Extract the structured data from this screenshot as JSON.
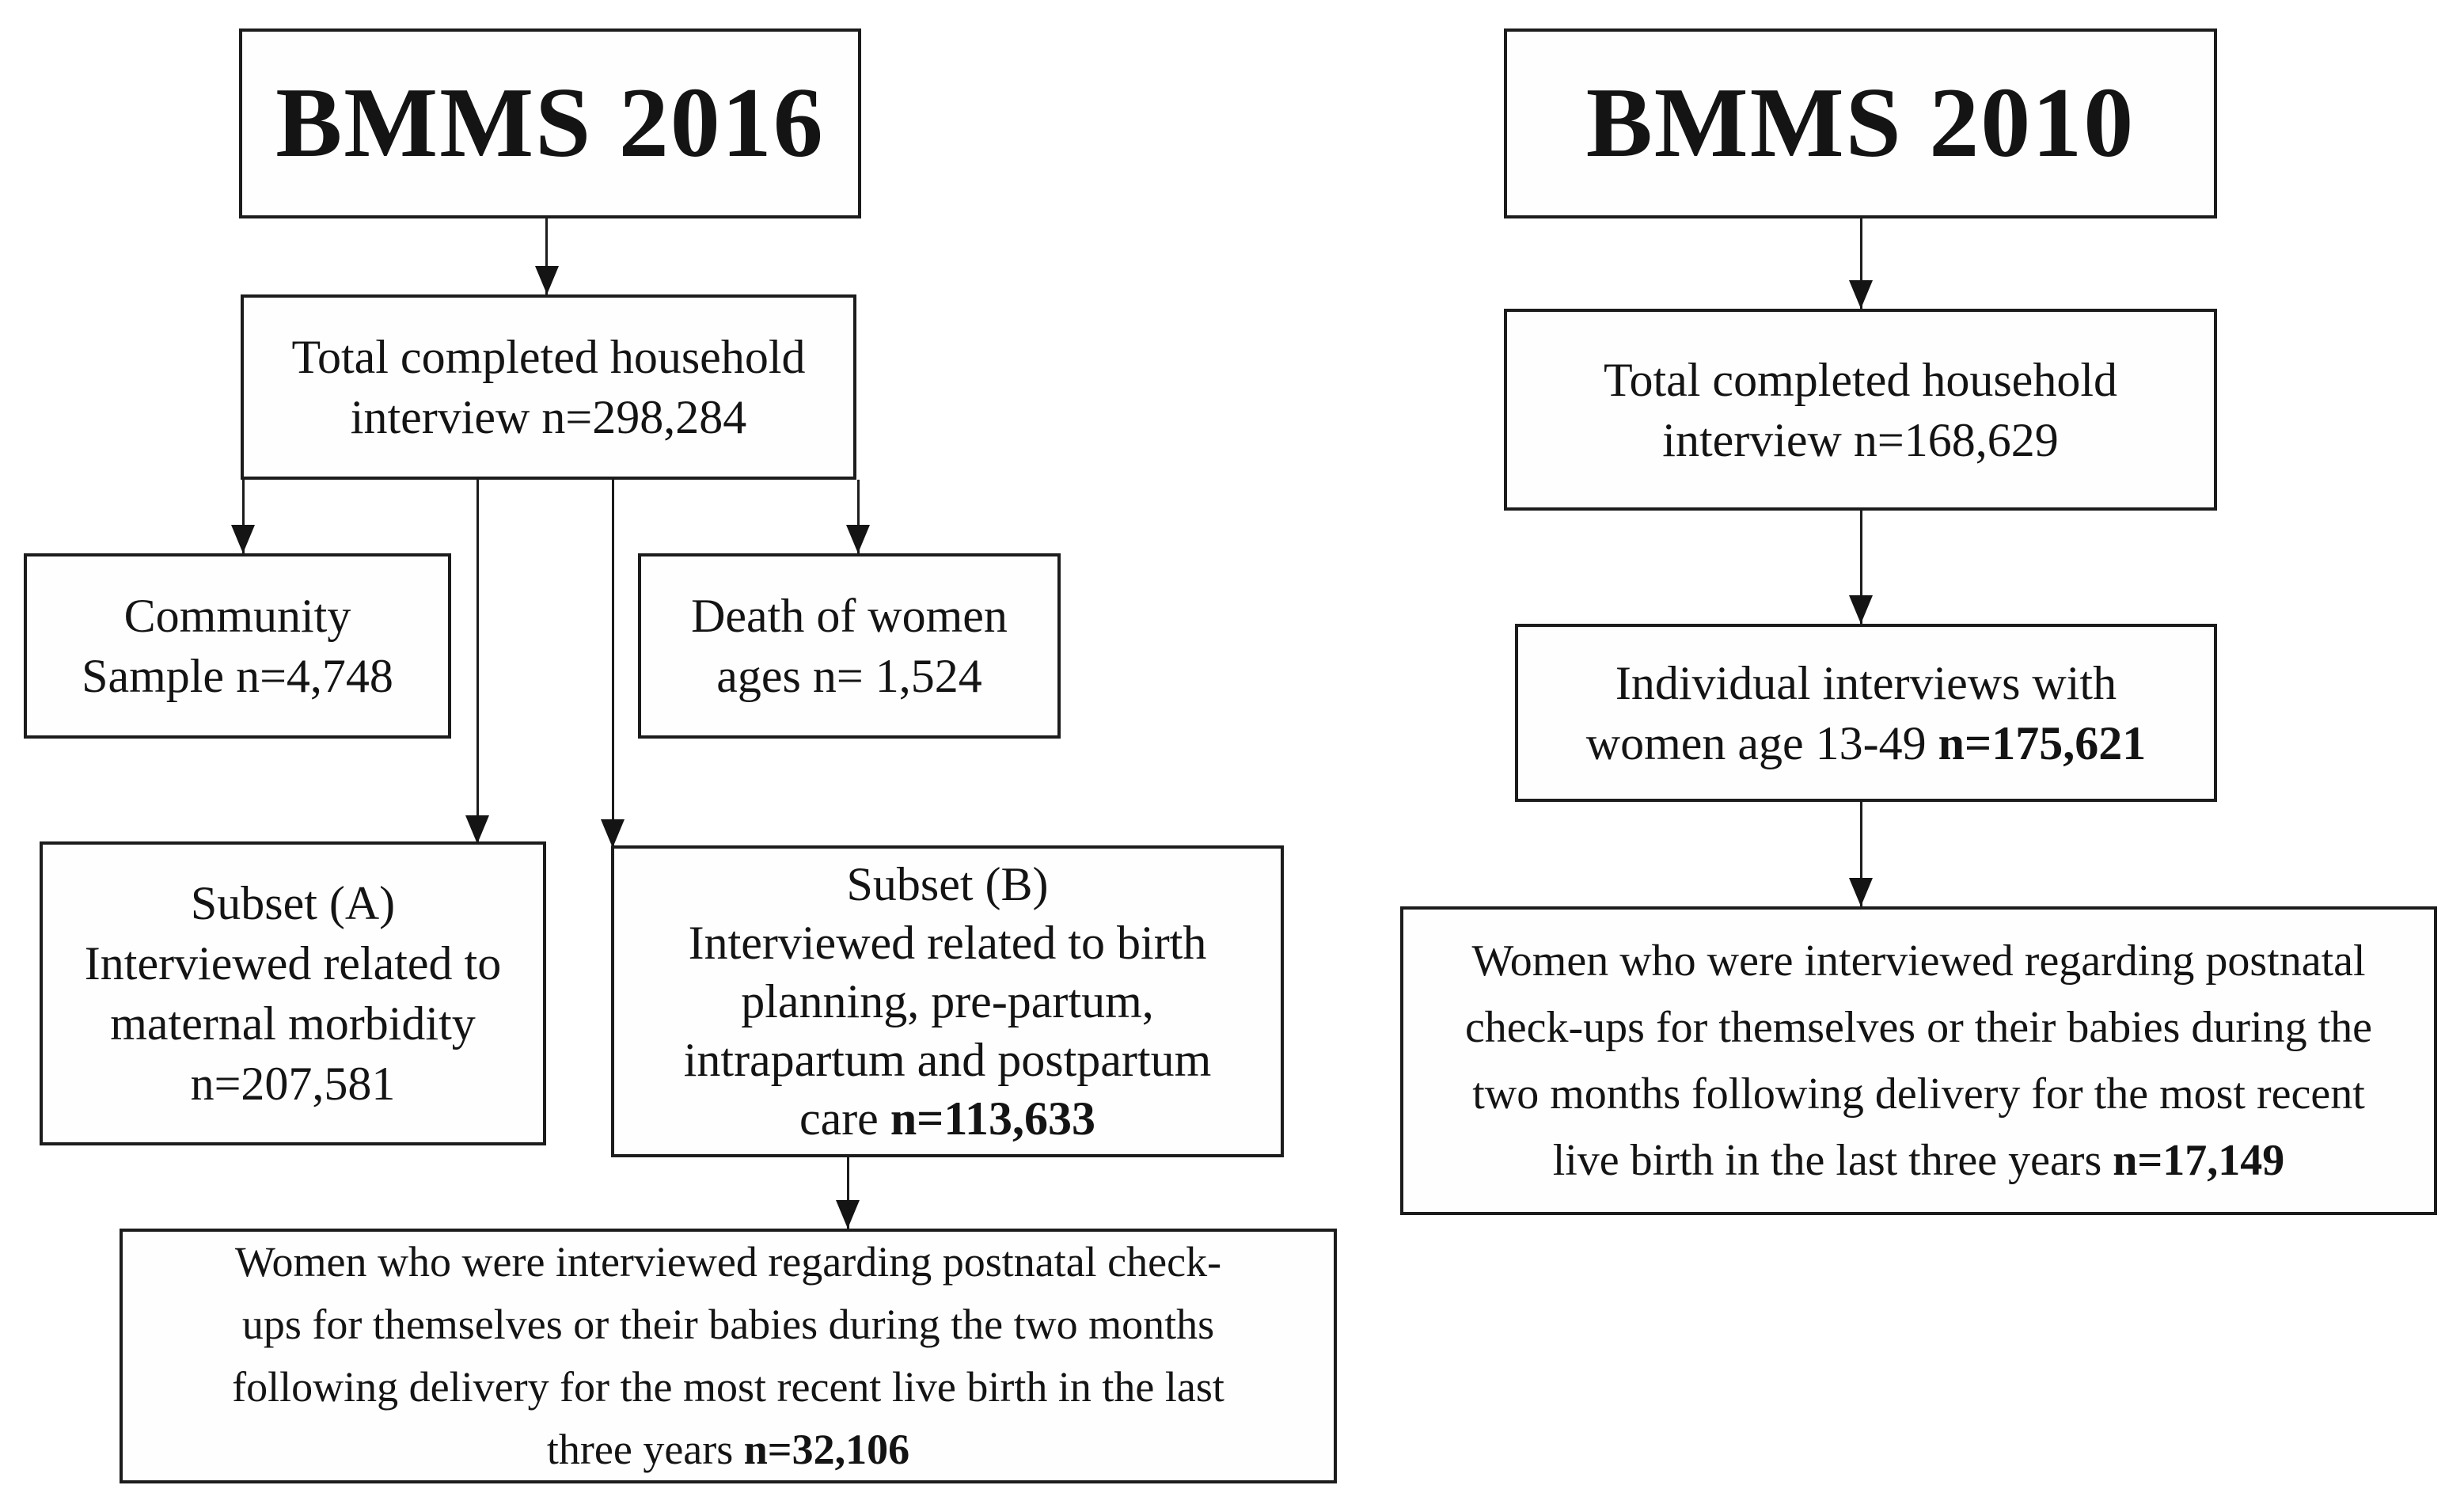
{
  "colors": {
    "ink": "#1c1c1c",
    "background": "#ffffff"
  },
  "figure": {
    "left": {
      "title": {
        "lines": [
          {
            "t": "BMMS 2016",
            "b": ""
          }
        ]
      },
      "household": {
        "lines": [
          {
            "t": "Total completed household",
            "b": ""
          },
          {
            "t": "interview n=298,284",
            "b": ""
          }
        ]
      },
      "community": {
        "lines": [
          {
            "t": "Community",
            "b": ""
          },
          {
            "t": "Sample n=4,748",
            "b": ""
          }
        ]
      },
      "death": {
        "lines": [
          {
            "t": "Death of women",
            "b": ""
          },
          {
            "t": "ages n= 1,524",
            "b": ""
          }
        ]
      },
      "subset_a": {
        "lines": [
          {
            "t": "Subset (A)",
            "b": ""
          },
          {
            "t": "Interviewed related to",
            "b": ""
          },
          {
            "t": "maternal morbidity",
            "b": ""
          },
          {
            "t": "n=207,581",
            "b": ""
          }
        ]
      },
      "subset_b": {
        "lines": [
          {
            "t": "Subset (B)",
            "b": ""
          },
          {
            "t": "Interviewed related to birth",
            "b": ""
          },
          {
            "t": "planning, pre-partum,",
            "b": ""
          },
          {
            "t": "intrapartum and postpartum",
            "b": ""
          },
          {
            "t": "care ",
            "b": "n=113,633"
          }
        ]
      },
      "outcome": {
        "lines": [
          {
            "t": "Women who were interviewed regarding postnatal check-",
            "b": ""
          },
          {
            "t": "ups for themselves or their babies during the two months",
            "b": ""
          },
          {
            "t": "following delivery for the most recent live birth in the last",
            "b": ""
          },
          {
            "t": "three years ",
            "b": "n=32,106"
          }
        ]
      }
    },
    "right": {
      "title": {
        "lines": [
          {
            "t": "BMMS 2010",
            "b": ""
          }
        ]
      },
      "household": {
        "lines": [
          {
            "t": "Total completed household",
            "b": ""
          },
          {
            "t": "interview n=168,629",
            "b": ""
          }
        ]
      },
      "individual": {
        "lines": [
          {
            "t": "Individual interviews with",
            "b": ""
          },
          {
            "t": "women age 13-49 ",
            "b": "n=175,621"
          }
        ]
      },
      "outcome": {
        "lines": [
          {
            "t": "Women who were interviewed regarding postnatal",
            "b": ""
          },
          {
            "t": "check-ups for themselves or their babies during the",
            "b": ""
          },
          {
            "t": "two months following delivery for the most recent",
            "b": ""
          },
          {
            "t": "live birth in the last three years ",
            "b": "n=17,149"
          }
        ]
      }
    }
  }
}
